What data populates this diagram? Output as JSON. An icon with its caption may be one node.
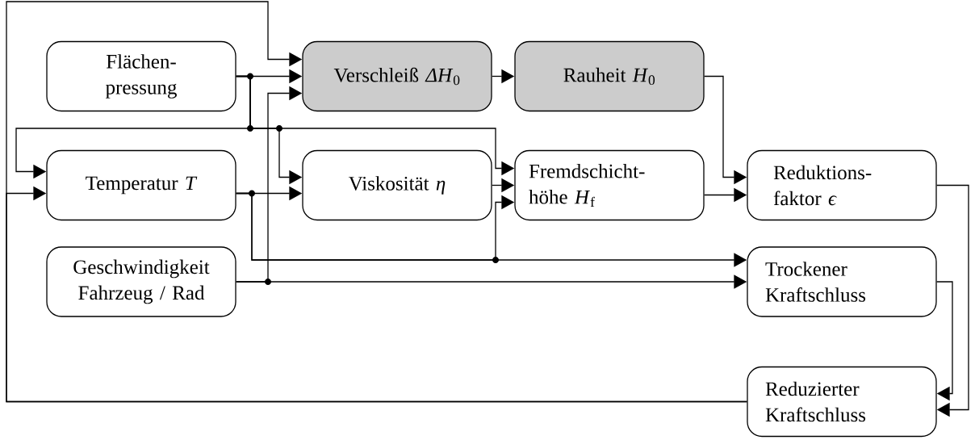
{
  "diagram": {
    "nodes": [
      {
        "text": [
          "Flächen- pressung"
        ]
      },
      {
        "text": [
          "Verschleiß *ΔH*$_{0}$"
        ]
      },
      {
        "text": [
          "Rauheit *H*$_{0}$"
        ]
      },
      {
        "text": [
          "Temperatur *T*"
        ]
      },
      {
        "text": [
          "Viskosität *η*"
        ]
      },
      {
        "text": [
          "Fremdschicht- höhe *H*$_{f}$"
        ]
      },
      {
        "text": [
          "Reduktions- faktor *ϵ*"
        ]
      },
      {
        "text": [
          "Geschwindigkeit Fahrzeug / Rad"
        ]
      },
      {
        "text": [
          "Trockener Kraftschluss"
        ]
      },
      {
        "text": [
          "Reduzierter Kraftschluss"
        ]
      }
    ],
    "edges": [
      {
        "from": 0,
        "to": 1,
        "arrow": "to"
      },
      {
        "from": 0,
        "to": 3,
        "arrow": "to"
      },
      {
        "from": 0,
        "to": 4,
        "arrow": "to"
      },
      {
        "from": 0,
        "to": 5,
        "arrow": "to"
      },
      {
        "from": 1,
        "to": 2,
        "arrow": "to"
      },
      {
        "from": 2,
        "to": 6,
        "arrow": "to"
      },
      {
        "from": 3,
        "to": 4,
        "arrow": "to"
      },
      {
        "from": 3,
        "to": 5,
        "arrow": "to"
      },
      {
        "from": 3,
        "to": 8,
        "arrow": "to"
      },
      {
        "from": 4,
        "to": 5,
        "arrow": "to"
      },
      {
        "from": 5,
        "to": 6,
        "arrow": "to"
      },
      {
        "from": 6,
        "to": 9,
        "arrow": "to"
      },
      {
        "from": 7,
        "to": 8,
        "arrow": "to"
      },
      {
        "from": 7,
        "to": 1,
        "arrow": "to"
      },
      {
        "from": 8,
        "to": 9,
        "arrow": "to"
      },
      {
        "from": 9,
        "to": 1,
        "arrow": "to"
      },
      {
        "from": 9,
        "to": 3,
        "arrow": "to"
      }
    ]
  }
}
